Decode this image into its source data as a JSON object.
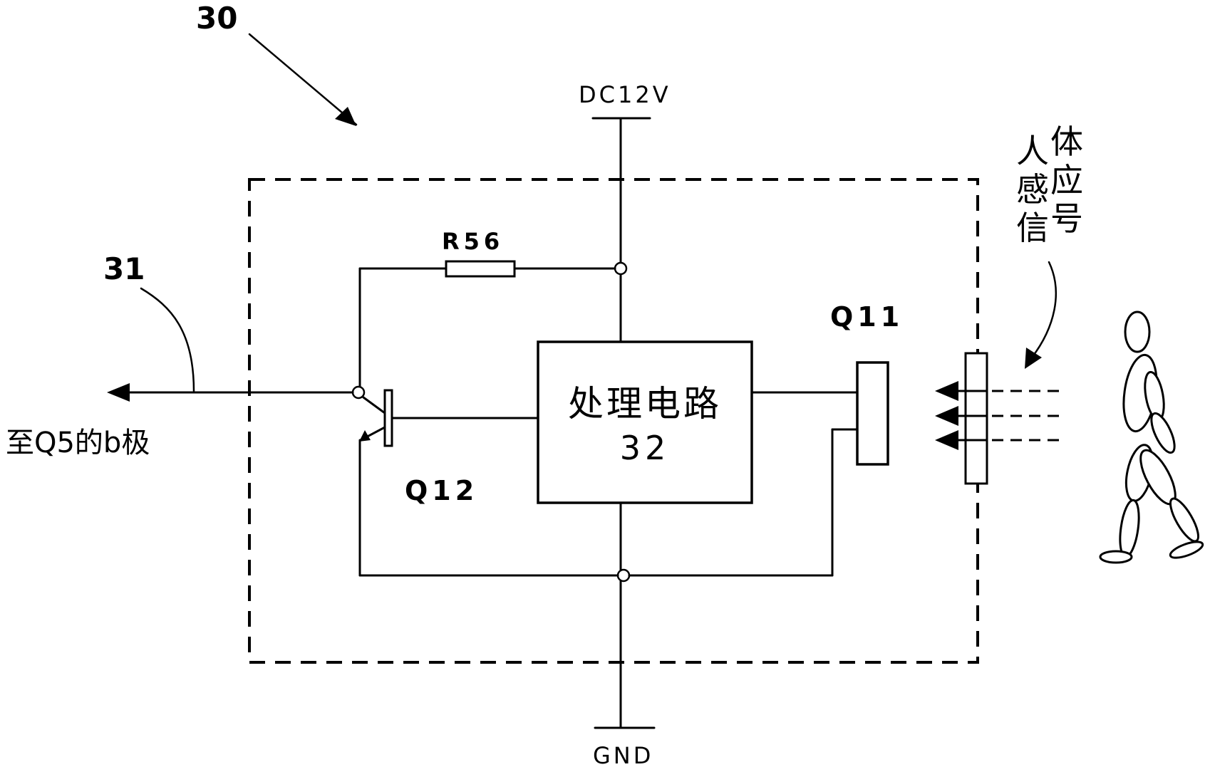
{
  "labels": {
    "module_ref": "30",
    "output_ref": "31",
    "output_note": "至Q5的b极",
    "power": "DC12V",
    "ground": "GND",
    "resistor": "R56",
    "transistor_out": "Q12",
    "sensor": "Q11",
    "processor_line1": "处理电路",
    "processor_line2": "32",
    "signal_col1": [
      "人",
      "感",
      "信"
    ],
    "signal_col2": [
      "体",
      "应",
      "号"
    ]
  }
}
